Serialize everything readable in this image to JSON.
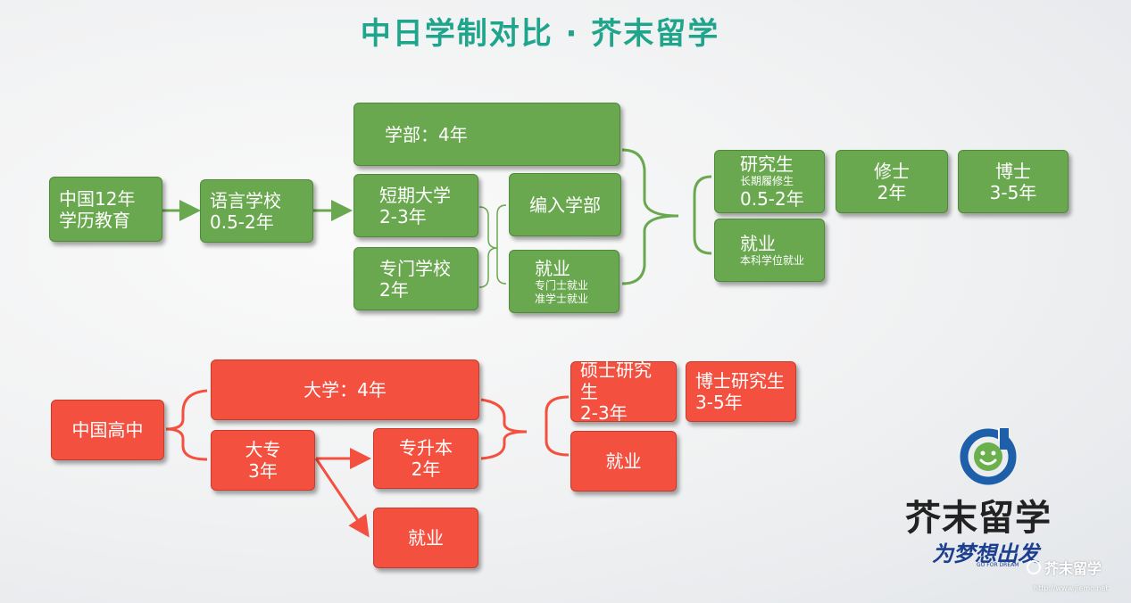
{
  "title": "中日学制对比 · 芥末留学",
  "japan": {
    "china12": "中国12年学历教育",
    "lang_school": "语言学校",
    "lang_school_years": "0.5-2年",
    "faculty": "学部：4年",
    "junior_college": "短期大学",
    "junior_college_years": "2-3年",
    "vocational": "专门学校",
    "vocational_years": "2年",
    "transfer": "编入学部",
    "employ_mid": "就业",
    "employ_mid_sub1": "专门士就业",
    "employ_mid_sub2": "准学士就业",
    "research": "研究生",
    "research_sub": "长期履修生",
    "research_years": "0.5-2年",
    "employ_right": "就业",
    "employ_right_sub": "本科学位就业",
    "master": "修士",
    "master_years": "2年",
    "doctor": "博士",
    "doctor_years": "3-5年"
  },
  "china": {
    "high_school": "中国高中",
    "university": "大学：4年",
    "junior": "大专",
    "junior_years": "3年",
    "upgrade": "专升本",
    "upgrade_years": "2年",
    "employ_low": "就业",
    "master": "硕士研究生",
    "master_years": "2-3年",
    "doctor": "博士研究生",
    "doctor_years": "3-5年",
    "employ_right": "就业"
  },
  "logo": {
    "brand": "芥末留学",
    "slogan": "为梦想出发",
    "slogan_en": "GO FOR DREAM",
    "watermark": "芥末留学",
    "watermark_url": "http://www.jiemo.net"
  },
  "colors": {
    "green": "#6aa84f",
    "red": "#f4503f",
    "title": "#1fa58c"
  }
}
